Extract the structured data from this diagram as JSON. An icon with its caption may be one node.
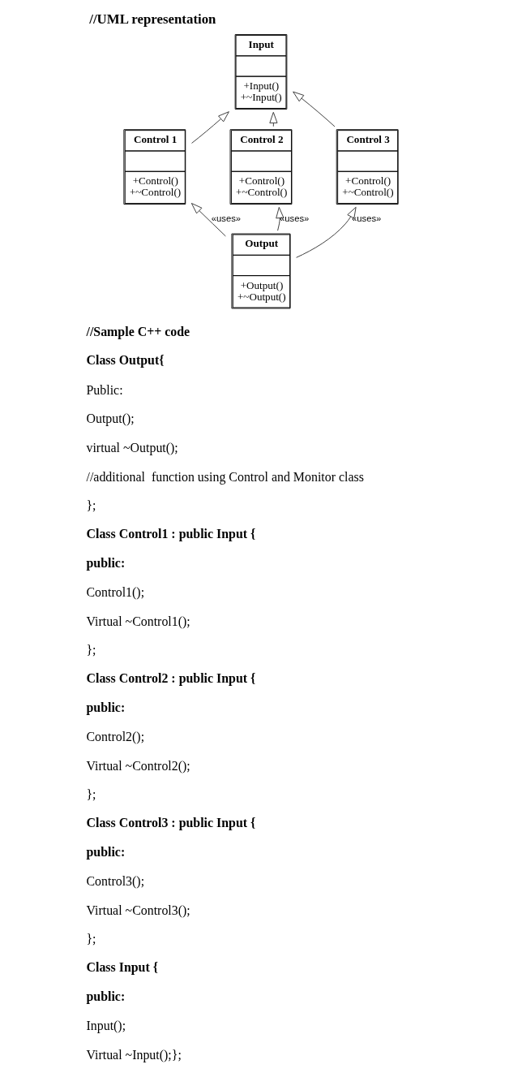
{
  "diagram": {
    "title": "//UML representation",
    "nodes": [
      {
        "text": [
          "Input",
          "+Input()",
          "+~Input()"
        ]
      },
      {
        "text": [
          "Control 1",
          "+Control()",
          "+~Control()"
        ]
      },
      {
        "text": [
          "Control 2",
          "+Control()",
          "+~Control()"
        ]
      },
      {
        "text": [
          "Control 3",
          "+Control()",
          "+~Control()"
        ]
      },
      {
        "text": [
          "Output",
          "+Output()",
          "+~Output()"
        ]
      }
    ],
    "edges": [
      {
        "from": 1,
        "to": 0,
        "arrow": "to"
      },
      {
        "from": 2,
        "to": 0,
        "arrow": "to"
      },
      {
        "from": 3,
        "to": 0,
        "arrow": "to"
      },
      {
        "from": 4,
        "to": 1,
        "arrow": "to",
        "label": "«uses»"
      },
      {
        "from": 4,
        "to": 2,
        "arrow": "to",
        "label": "«uses»"
      },
      {
        "from": 4,
        "to": 3,
        "arrow": "to",
        "label": "«uses»"
      }
    ],
    "labels": [
      "//Sample C++ code",
      "Class Output{",
      "Public:",
      "Output();",
      "virtual ~Output();",
      "//additional  function using Control and Monitor class",
      "};",
      "Class Control1 : public Input {",
      "public:",
      "Control1();",
      "Virtual ~Control1();",
      "};",
      "Class Control2 : public Input {",
      "public:",
      "Control2();",
      "Virtual ~Control2();",
      "};",
      "Class Control3 : public Input {",
      "public:",
      "Control3();",
      "Virtual ~Control3();",
      "};",
      "Class Input {",
      "public:",
      "Input();",
      "Virtual ~Input();};"
    ]
  }
}
